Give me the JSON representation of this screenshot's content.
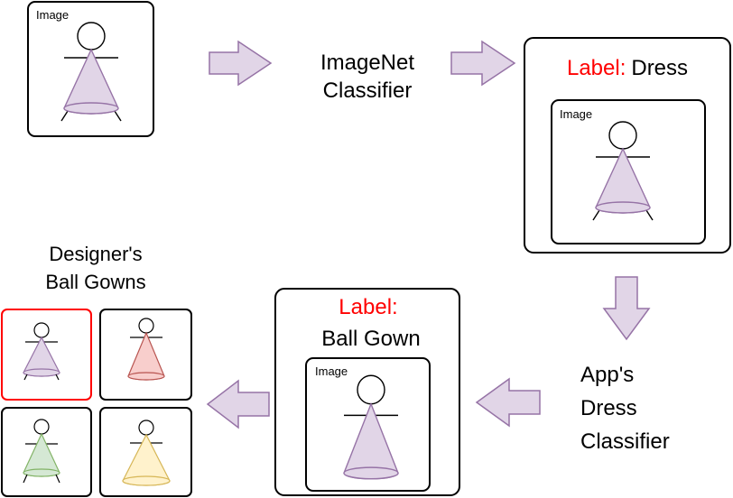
{
  "diagram": {
    "start_image": {
      "label": "Image"
    },
    "imagenet_classifier": {
      "line1": "ImageNet",
      "line2": "Classifier"
    },
    "dress_result": {
      "label_prefix": "Label:",
      "label_value": "Dress",
      "inner_image_label": "Image"
    },
    "apps_classifier": {
      "line1": "App's",
      "line2": "Dress",
      "line3": "Classifier"
    },
    "ballgown_result": {
      "label_prefix": "Label:",
      "label_value": "Ball Gown",
      "inner_image_label": "Image"
    },
    "designer_gowns": {
      "title_line1": "Designer's",
      "title_line2": "Ball Gowns"
    }
  },
  "colors": {
    "label_red": "#ff0000",
    "arrow_fill": "#e1d5e7",
    "arrow_stroke": "#9673a6",
    "gown_purple": "#e1d5e7",
    "gown_purple_stroke": "#9673a6",
    "gown_red": "#f8cecc",
    "gown_red_stroke": "#b85450",
    "gown_green": "#d5e8d4",
    "gown_green_stroke": "#82b366",
    "gown_yellow": "#fff2cc",
    "gown_yellow_stroke": "#d6b656",
    "selected_border": "#ff0000"
  }
}
